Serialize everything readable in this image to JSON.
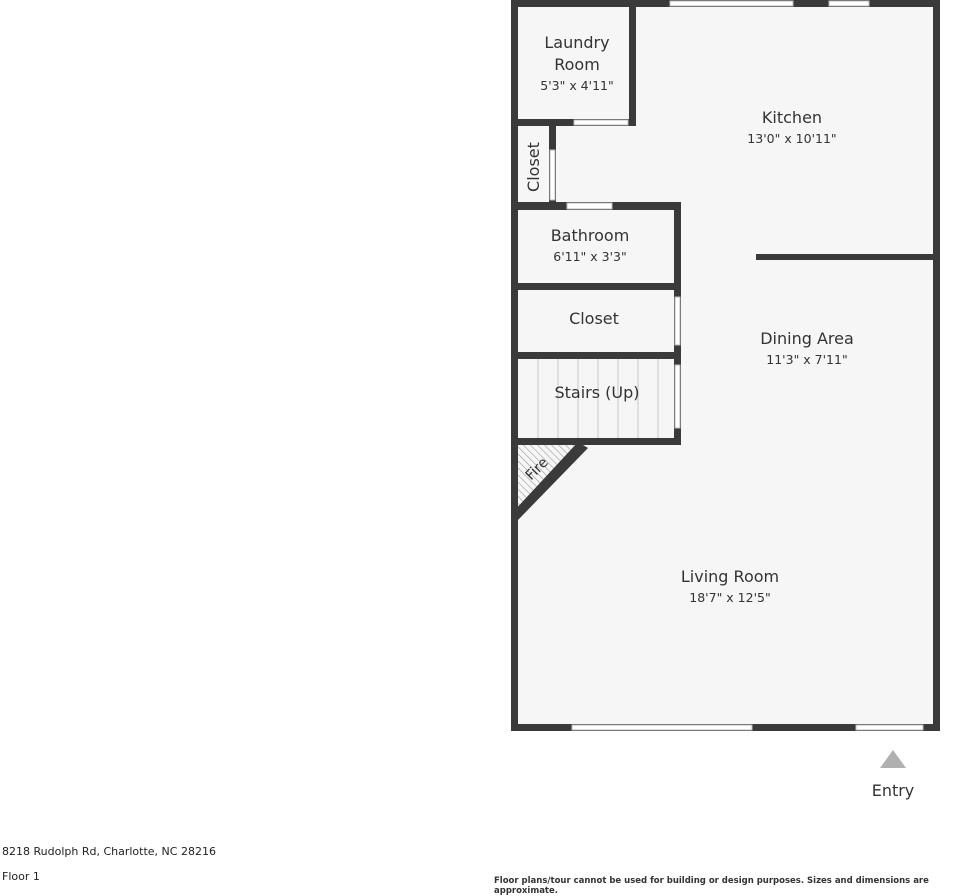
{
  "colors": {
    "wall": "#3a3a3a",
    "floor": "#f6f6f6",
    "entry_arrow": "#b0b0b0"
  },
  "rooms": {
    "laundry": {
      "name_line1": "Laundry",
      "name_line2": "Room",
      "dims": "5'3\" x 4'11\""
    },
    "kitchen": {
      "name": "Kitchen",
      "dims": "13'0\" x 10'11\""
    },
    "closet1": {
      "name": "Closet"
    },
    "bathroom": {
      "name": "Bathroom",
      "dims": "6'11\" x 3'3\""
    },
    "closet2": {
      "name": "Closet"
    },
    "stairs": {
      "name": "Stairs (Up)"
    },
    "dining": {
      "name": "Dining Area",
      "dims": "11'3\" x 7'11\""
    },
    "fireplace": {
      "name": "Fire"
    },
    "living": {
      "name": "Living Room",
      "dims": "18'7\" x 12'5\""
    }
  },
  "entry": {
    "label": "Entry"
  },
  "footer": {
    "address": "8218 Rudolph Rd, Charlotte, NC 28216",
    "floor": "Floor 1",
    "disclaimer": "Floor plans/tour cannot be used for building or design purposes. Sizes and dimensions are approximate."
  }
}
